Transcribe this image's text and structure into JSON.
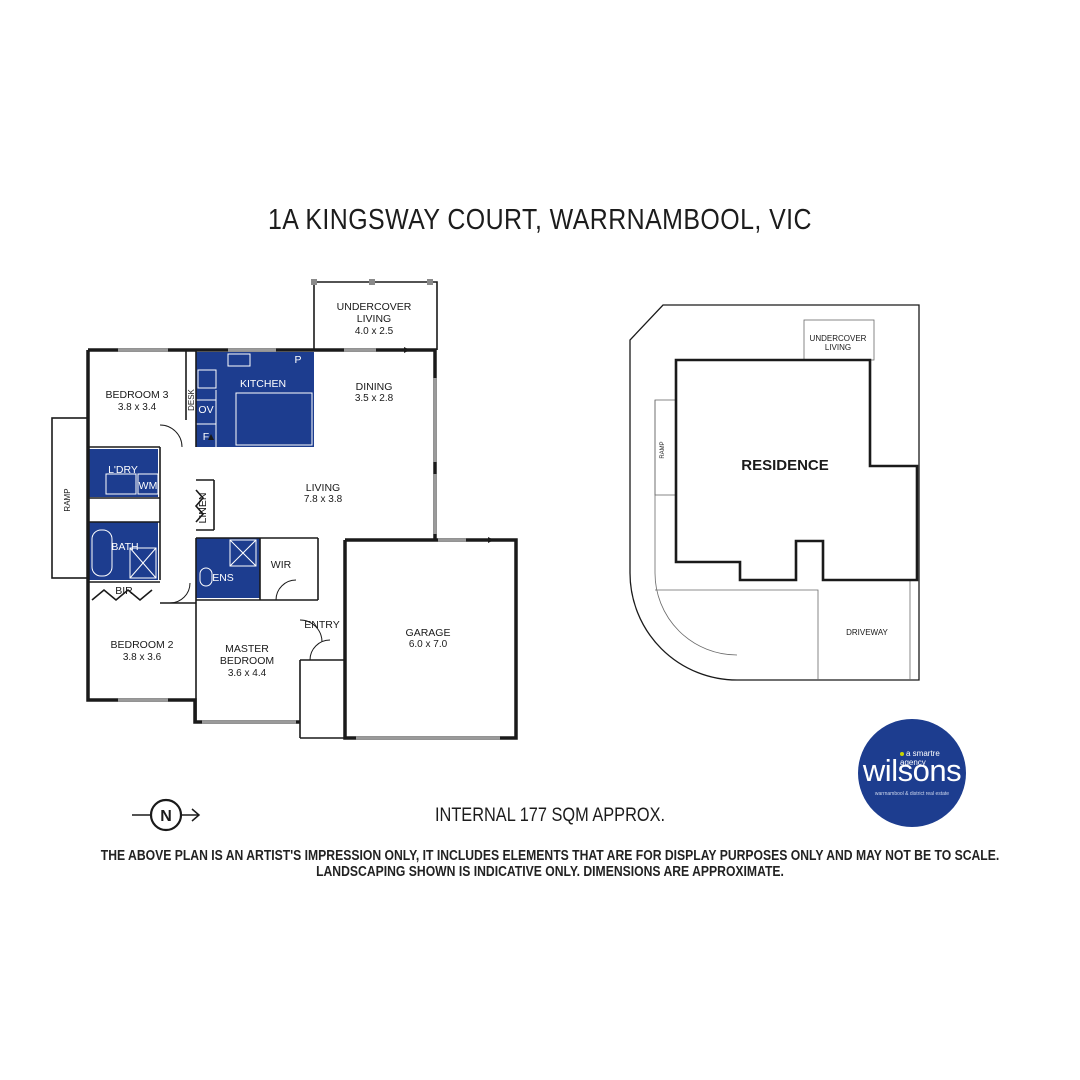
{
  "title": "1A KINGSWAY COURT, WARRNAMBOOL, VIC",
  "internal_area": "INTERNAL 177 SQM APPROX.",
  "disclaimer": {
    "line1": "THE ABOVE PLAN IS AN ARTIST'S IMPRESSION ONLY, IT INCLUDES ELEMENTS THAT ARE FOR DISPLAY PURPOSES ONLY AND MAY NOT BE TO SCALE.",
    "line2": "LANDSCAPING SHOWN IS INDICATIVE ONLY. DIMENSIONS ARE APPROXIMATE."
  },
  "compass": {
    "label": "N",
    "icon": "north-arrow-icon"
  },
  "colors": {
    "wet_area": "#1d3d8f",
    "wall": "#1a1a1a",
    "logo_bg": "#1d3d8f",
    "logo_accent": "#c8d400"
  },
  "rooms": {
    "undercover_living": {
      "name1": "UNDERCOVER",
      "name2": "LIVING",
      "dims": "4.0 x 2.5"
    },
    "bedroom3": {
      "name": "BEDROOM 3",
      "dims": "3.8 x 3.4"
    },
    "desk": "DESK",
    "kitchen": {
      "name": "KITCHEN",
      "pantry": "P",
      "oven": "OV",
      "fridge": "F"
    },
    "dining": {
      "name": "DINING",
      "dims": "3.5 x 2.8"
    },
    "laundry": {
      "name": "L'DRY",
      "wm": "WM"
    },
    "ramp": "RAMP",
    "linen": "LINEN",
    "living": {
      "name": "LIVING",
      "dims": "7.8 x 3.8"
    },
    "bath": "BATH",
    "ens": "ENS",
    "wir": "WIR",
    "bir": "BIR",
    "entry": "ENTRY",
    "garage": {
      "name": "GARAGE",
      "dims": "6.0 x 7.0"
    },
    "bedroom2": {
      "name": "BEDROOM 2",
      "dims": "3.8 x 3.6"
    },
    "master": {
      "name1": "MASTER",
      "name2": "BEDROOM",
      "dims": "3.6 x 4.4"
    }
  },
  "site": {
    "undercover1": "UNDERCOVER",
    "undercover2": "LIVING",
    "residence": "RESIDENCE",
    "ramp": "RAMP",
    "driveway": "DRIVEWAY"
  },
  "logo": {
    "tagline": "a smartre agency",
    "brand": "wilsons",
    "sub": "warrnambool & district real estate"
  }
}
